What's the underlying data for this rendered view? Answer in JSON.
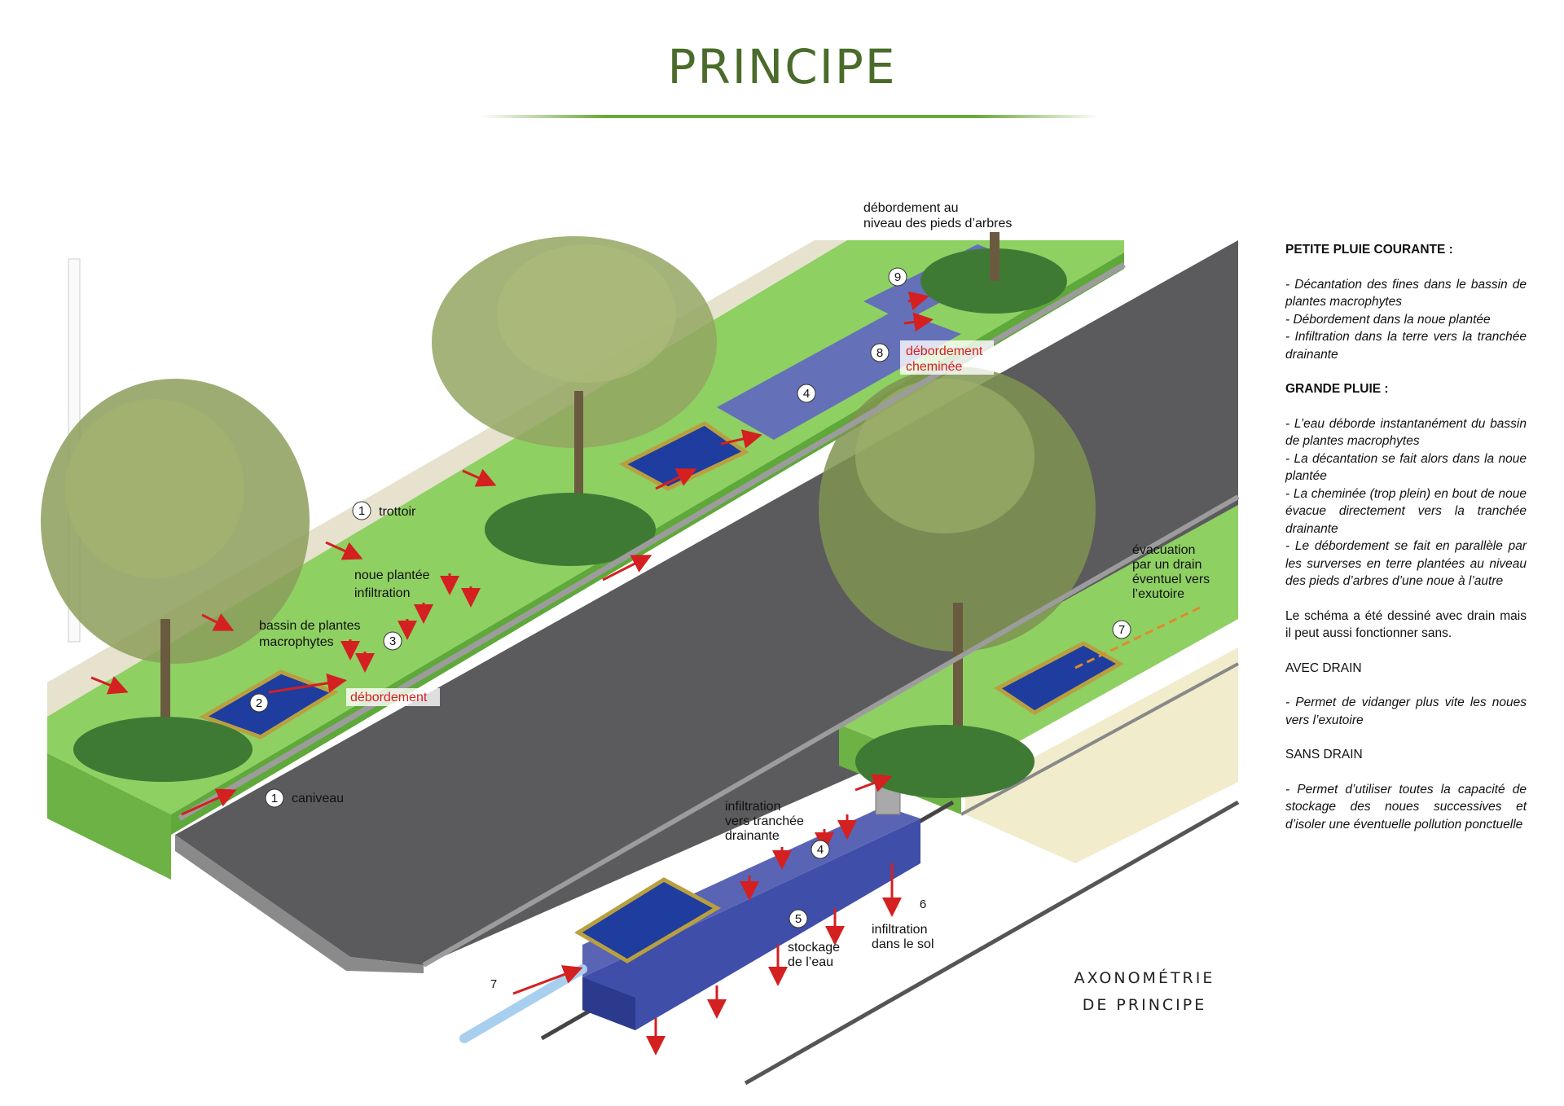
{
  "title": "PRINCIPE",
  "diagram_caption": [
    "AXONOMÉTRIE",
    "DE PRINCIPE"
  ],
  "labels": {
    "trottoir": "trottoir",
    "noue": [
      "noue plantée",
      "infiltration"
    ],
    "bassin": [
      "bassin de plantes",
      "macrophytes"
    ],
    "debordement": "débordement",
    "caniveau": "caniveau",
    "pieds_arbres": [
      "débordement au",
      "niveau des pieds d’arbres"
    ],
    "cheminee": [
      "débordement",
      "cheminée"
    ],
    "evacuation": [
      "évacuation",
      "par un drain",
      "éventuel vers",
      "l’exutoire"
    ],
    "infiltration_tranchee": [
      "infiltration",
      "vers tranchée",
      "drainante"
    ],
    "stockage": [
      "stockage",
      "de l’eau"
    ],
    "infiltration_sol": [
      "infiltration",
      "dans le sol"
    ]
  },
  "numbers": [
    "1",
    "1",
    "2",
    "3",
    "4",
    "4",
    "5",
    "6",
    "7",
    "7",
    "8",
    "9"
  ],
  "panel": {
    "petite_title": "PETITE PLUIE COURANTE :",
    "petite_items": [
      "- Décantation des fines dans le bassin de plantes macrophytes",
      "- Débordement dans la noue plantée",
      "- Infiltration dans la terre vers la tranchée drainante"
    ],
    "grande_title": "GRANDE PLUIE :",
    "grande_items": [
      "- L’eau déborde instantanément du bassin de plantes macrophytes",
      "- La décantation se fait alors dans la noue plantée",
      "- La cheminée (trop plein) en bout de noue évacue directement vers la tranchée drainante",
      "- Le débordement se fait en parallèle par les surverses en terre plantées au niveau des pieds d’arbres d’une noue à l’autre"
    ],
    "note": "Le schéma a été dessiné avec drain mais il peut aussi fonctionner sans.",
    "avec_title": "AVEC DRAIN",
    "avec_item": "- Permet de vidanger plus vite les noues vers l’exutoire",
    "sans_title": "SANS DRAIN",
    "sans_item": "- Permet d’utiliser toutes la capacité de stockage des noues successives et d’isoler une éventuelle pollution ponctuelle"
  },
  "colors": {
    "title": "#4a6b2a",
    "grass": "#7cc44e",
    "road": "#5b5b5d",
    "sidewalk": "#e6e2ce",
    "water": "#1f3d9e",
    "noue": "#6470b8",
    "arrow": "#d42020"
  }
}
